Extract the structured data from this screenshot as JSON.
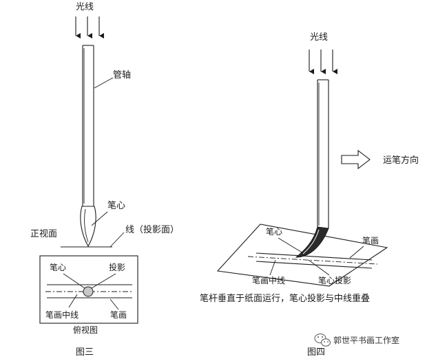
{
  "figure3": {
    "light_label": "光线",
    "barrel_label": "管轴",
    "tip_label": "笔心",
    "front_label": "正视面",
    "line_label": "线（投影面）",
    "top_view": {
      "tip_label": "笔心",
      "projection_label": "投影",
      "centerline_label": "笔画中线",
      "stroke_label": "笔画"
    },
    "topview_label": "俯视图",
    "caption": "图三"
  },
  "figure4": {
    "light_label": "光线",
    "direction_label": "运笔方向",
    "tip_label": "笔心",
    "stroke_label": "笔画",
    "centerline_label": "笔画中线",
    "projection_label": "笔心投影",
    "description": "笔杆垂直于纸面运行，笔心投影与中线重叠",
    "caption": "图四"
  },
  "watermark": {
    "text": "郭世平书画工作室",
    "icon": "wechat-icon"
  },
  "colors": {
    "ink": "#1a1a1a",
    "paper": "#ffffff"
  }
}
